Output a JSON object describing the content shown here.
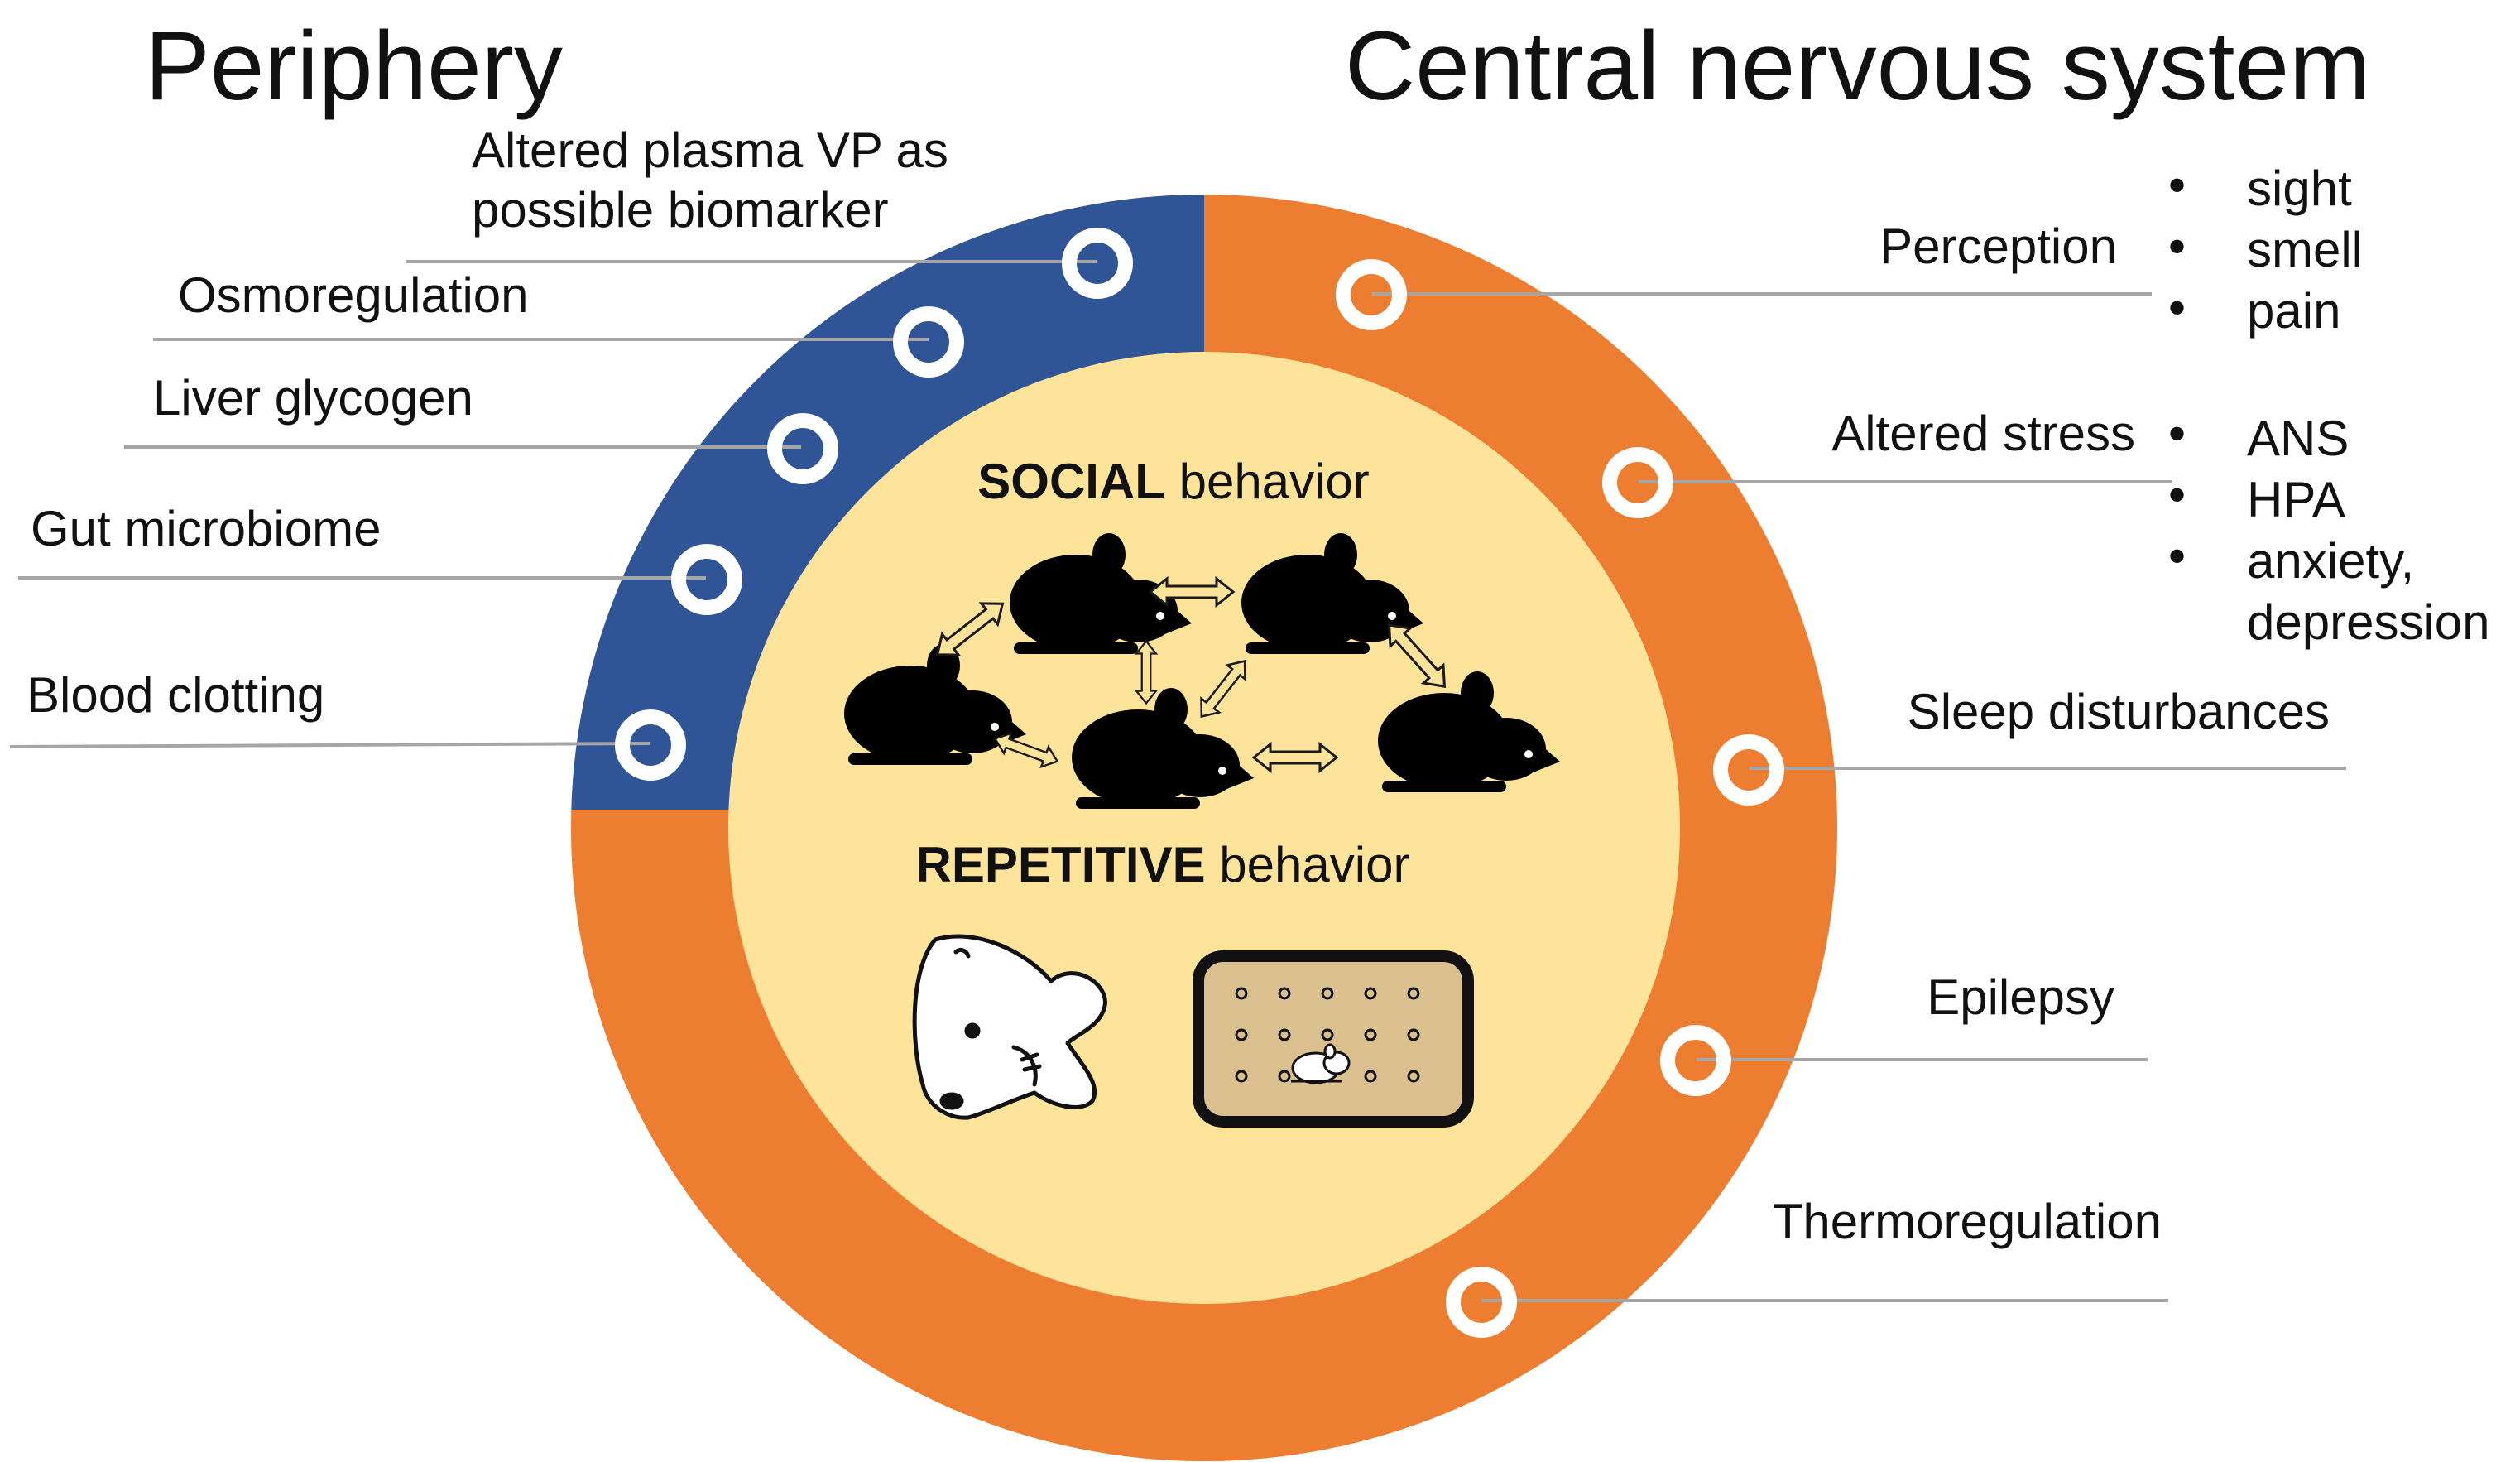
{
  "headings": {
    "periphery": "Periphery",
    "cns": "Central nervous system"
  },
  "colors": {
    "periphery_ring": "#2f5597",
    "cns_ring": "#ed7d31",
    "center_fill": "#fee39b",
    "marker_fill": "#ffffff",
    "leader_line": "#a6a6a6",
    "arrow_fill": "#fee39b",
    "arrow_stroke": "#1a1a1a",
    "cage_fill": "#d9c08e"
  },
  "periphery_labels": {
    "biomarker_line1": "Altered plasma VP as",
    "biomarker_line2": "possible biomarker",
    "osmoregulation": "Osmoregulation",
    "liver_glycogen": "Liver glycogen",
    "gut_microbiome": "Gut microbiome",
    "blood_clotting": "Blood clotting"
  },
  "cns_labels": {
    "perception": "Perception",
    "altered_stress": "Altered stress",
    "sleep_disturbances": "Sleep disturbances",
    "epilepsy": "Epilepsy",
    "thermoregulation": "Thermoregulation"
  },
  "perception_items": [
    "sight",
    "smell",
    "pain"
  ],
  "stress_items": [
    "ANS",
    "HPA",
    "anxiety,",
    "depression"
  ],
  "bullet_glyph": "•",
  "center": {
    "social_bold": "SOCIAL",
    "social_rest": " behavior",
    "repetitive_bold": "REPETITIVE",
    "repetitive_rest": " behavior"
  },
  "icons": {
    "mouse": "mouse-silhouette-icon",
    "arrow": "double-arrow-icon",
    "grooming": "grooming-mouse-icon",
    "marble_cage": "marble-burying-cage-icon"
  }
}
